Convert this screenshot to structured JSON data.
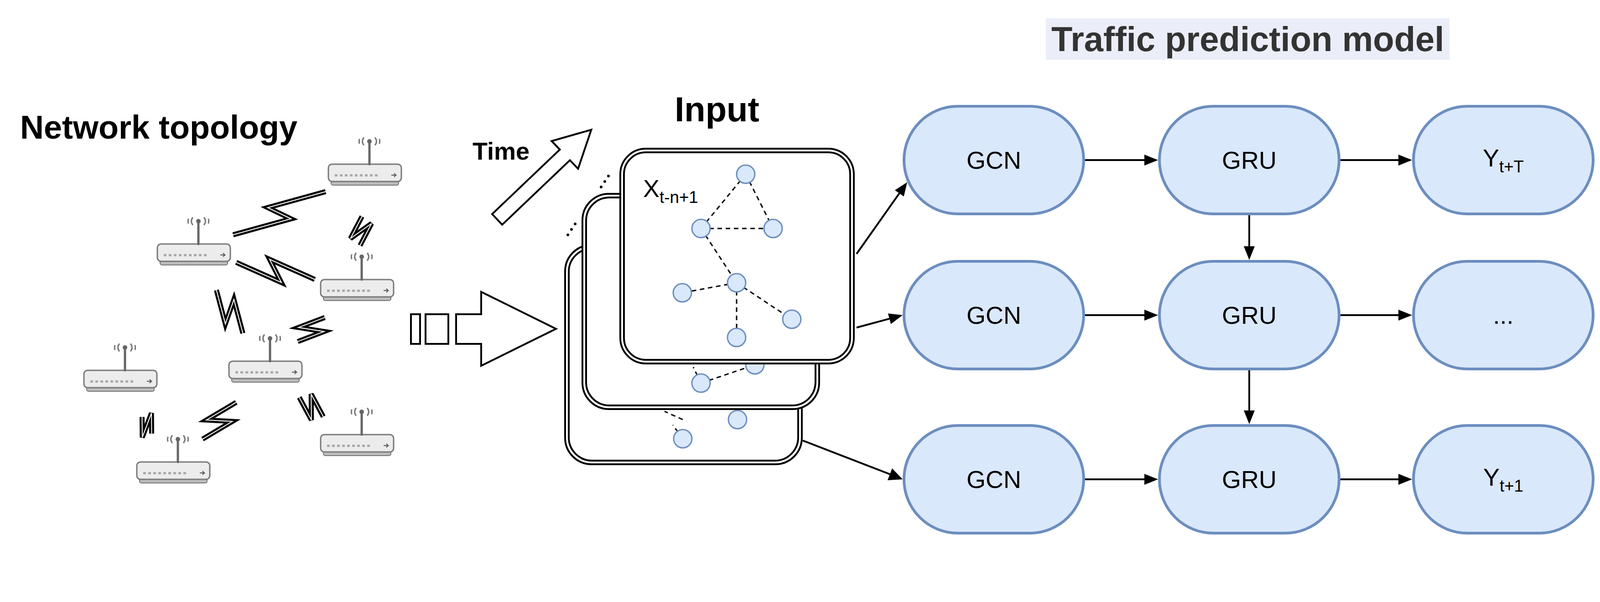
{
  "diagram": {
    "nodes": [
      {
        "text": [
          "X",
          "t-n+1"
        ]
      },
      {
        "text": [
          "GCN"
        ]
      },
      {
        "text": [
          "GRU"
        ]
      },
      {
        "text": [
          "Y",
          "t+T"
        ]
      },
      {
        "text": [
          "GCN"
        ]
      },
      {
        "text": [
          "GRU"
        ]
      },
      {
        "text": [
          "..."
        ]
      },
      {
        "text": [
          "GCN"
        ]
      },
      {
        "text": [
          "GRU"
        ]
      },
      {
        "text": [
          "Y",
          "t+1"
        ]
      }
    ],
    "edges": [
      {
        "from": 0,
        "to": 1,
        "arrow": "to"
      },
      {
        "from": 0,
        "to": 4,
        "arrow": "to"
      },
      {
        "from": 1,
        "to": 2,
        "arrow": "to"
      },
      {
        "from": 2,
        "to": 3,
        "arrow": "to"
      },
      {
        "from": 4,
        "to": 5,
        "arrow": "to"
      },
      {
        "from": 5,
        "to": 6,
        "arrow": "to"
      },
      {
        "from": 7,
        "to": 8,
        "arrow": "to"
      },
      {
        "from": 8,
        "to": 9,
        "arrow": "to"
      },
      {
        "from": 2,
        "to": 5,
        "arrow": "to"
      },
      {
        "from": 5,
        "to": 8,
        "arrow": "to"
      }
    ],
    "labels": [
      "Traffic prediction model",
      "Network topology",
      "Input",
      "Time"
    ]
  }
}
